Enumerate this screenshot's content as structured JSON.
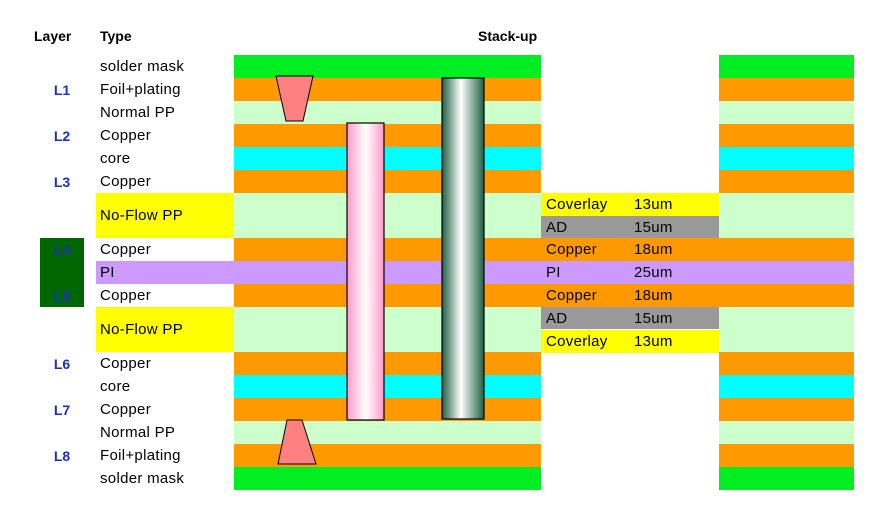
{
  "headers": {
    "layer": "Layer",
    "type": "Type",
    "stackup": "Stack-up"
  },
  "colors": {
    "solder_mask": "#00ee22",
    "copper": "#ff9900",
    "prepreg": "#ccffcc",
    "core": "#00ffff",
    "noflow_label_bg": "#ffff00",
    "pi": "#cc99ff",
    "coverlay": "#ffff00",
    "ad": "#999999",
    "layer_label": "#1a2ecc",
    "flex_layer_highlight": "#006600",
    "laser_via": "#ff8080",
    "pth_fill": "#2f6f55",
    "blind_via_fill": "#ffccee"
  },
  "rows": [
    {
      "layer": "",
      "type": "solder mask",
      "material": "solder_mask"
    },
    {
      "layer": "L1",
      "type": "Foil+plating",
      "material": "copper"
    },
    {
      "layer": "",
      "type": "Normal PP",
      "material": "prepreg"
    },
    {
      "layer": "L2",
      "type": "Copper",
      "material": "copper"
    },
    {
      "layer": "",
      "type": "core",
      "material": "core"
    },
    {
      "layer": "L3",
      "type": "Copper",
      "material": "copper"
    },
    {
      "layer": "",
      "type": "No-Flow PP",
      "material": "prepreg"
    },
    {
      "layer": "L4",
      "type": "Copper",
      "material": "copper"
    },
    {
      "layer": "",
      "type": "PI",
      "material": "pi"
    },
    {
      "layer": "L5",
      "type": "Copper",
      "material": "copper"
    },
    {
      "layer": "",
      "type": "No-Flow PP",
      "material": "prepreg"
    },
    {
      "layer": "L6",
      "type": "Copper",
      "material": "copper"
    },
    {
      "layer": "",
      "type": "core",
      "material": "core"
    },
    {
      "layer": "L7",
      "type": "Copper",
      "material": "copper"
    },
    {
      "layer": "",
      "type": "Normal PP",
      "material": "prepreg"
    },
    {
      "layer": "L8",
      "type": "Foil+plating",
      "material": "copper"
    },
    {
      "layer": "",
      "type": "solder mask",
      "material": "solder_mask"
    }
  ],
  "flex_layers": [
    {
      "label": "Coverlay",
      "value": "13um",
      "material": "coverlay"
    },
    {
      "label": "AD",
      "value": "15um",
      "material": "ad"
    },
    {
      "label": "Copper",
      "value": "18um",
      "material": "copper"
    },
    {
      "label": "PI",
      "value": "25um",
      "material": "pi"
    },
    {
      "label": "Copper",
      "value": "18um",
      "material": "copper"
    },
    {
      "label": "AD",
      "value": "15um",
      "material": "ad"
    },
    {
      "label": "Coverlay",
      "value": "13um",
      "material": "coverlay"
    }
  ]
}
